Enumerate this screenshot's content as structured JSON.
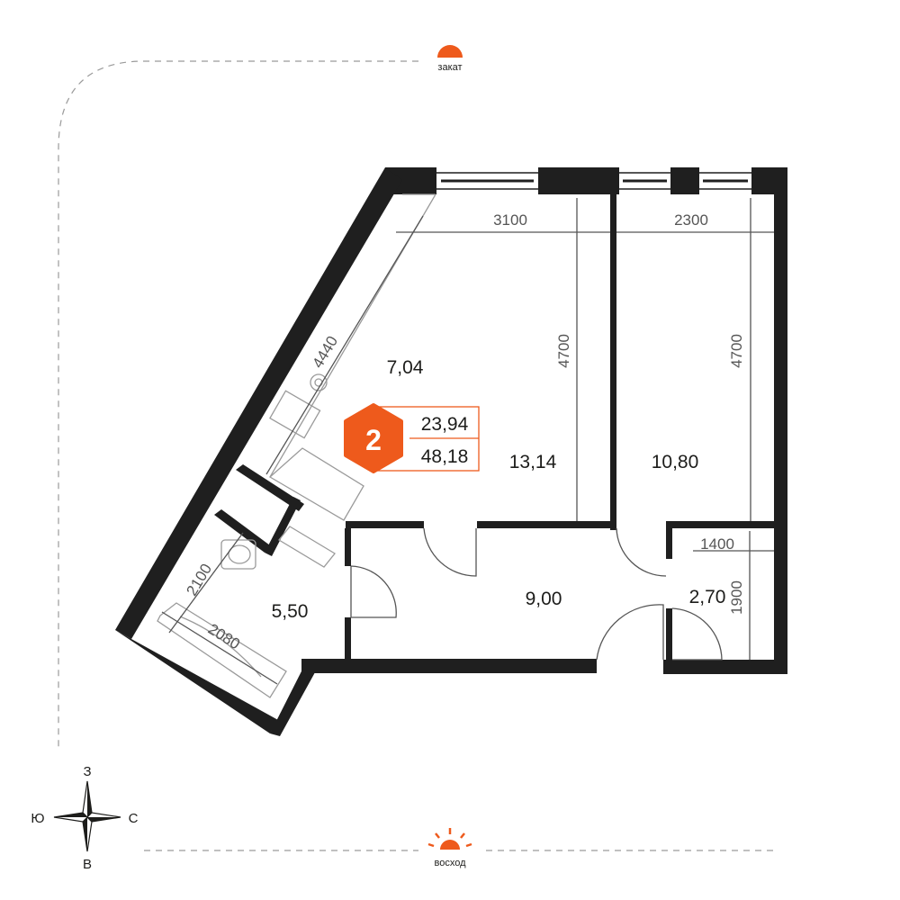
{
  "colors": {
    "accent": "#ee5a1c",
    "wall": "#1f1f1f",
    "dimension": "#555555",
    "fixture": "#9a9a9a"
  },
  "orientation": {
    "top_label": "закат",
    "bottom_label": "восход",
    "compass": {
      "north": "З",
      "south": "В",
      "west": "Ю",
      "east": "С"
    }
  },
  "apartment": {
    "rooms_count": "2",
    "living_area": "23,94",
    "total_area": "48,18"
  },
  "rooms": {
    "kitchen": "7,04",
    "living_room": "13,14",
    "bedroom": "10,80",
    "bathroom": "5,50",
    "hall": "9,00",
    "closet": "2,70"
  },
  "dimensions": {
    "living_width": "3100",
    "bedroom_width": "2300",
    "living_depth": "4700",
    "bedroom_depth": "4700",
    "kitchen_length": "4440",
    "bath_width": "2100",
    "bath_length": "2080",
    "closet_width": "1400",
    "closet_depth": "1900"
  }
}
